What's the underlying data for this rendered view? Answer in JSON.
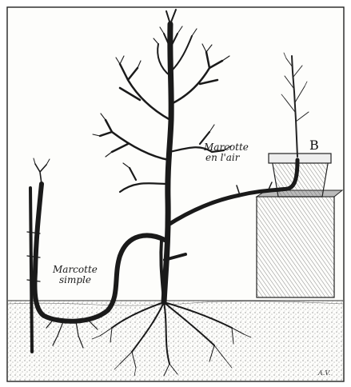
{
  "figure": {
    "label_air_layering_line1": "Marcotte",
    "label_air_layering_line2": "en l'air",
    "label_pot_letter": "B",
    "label_simple_layering_line1": "Marcotte",
    "label_simple_layering_line2": "simple",
    "engraver_mark": "A.V."
  }
}
